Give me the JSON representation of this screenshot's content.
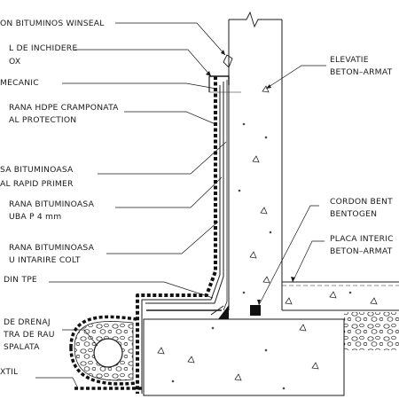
{
  "labels": {
    "cordon_bituminos": "ON BITUMINOS WINSEAL",
    "profil_1": "L DE INCHIDERE",
    "profil_2": "OX",
    "mecanic": "MECANIC",
    "hdpe_1": "RANA HDPE CRAMPONATA",
    "hdpe_2": "AL PROTECTION",
    "amorsa_1": "SA BITUMINOASA",
    "amorsa_2": "AL RAPID PRIMER",
    "membrana1_1": "RANA BITUMINOASA",
    "membrana1_2": "UBA P 4 mm",
    "membrana2_1": "RANA BITUMINOASA",
    "membrana2_2": "U INTARIRE COLT",
    "tpe": "DIN TPE",
    "drenaj_1": "DE DRENAJ",
    "drenaj_2": "TRA DE RAU",
    "drenaj_3": "SPALATA",
    "geotextil": "XTIL",
    "elevatie_1": "ELEVATIE",
    "elevatie_2": "BETON–ARMAT",
    "cordon_bentogen_1": "CORDON BENT",
    "cordon_bentogen_2": "BENTOGEN",
    "placa_1": "PLACA INTERIC",
    "placa_2": "BETON–ARMAT"
  },
  "colors": {
    "line": "#1a1a1a",
    "membrane": "#111111",
    "background": "#ffffff"
  }
}
